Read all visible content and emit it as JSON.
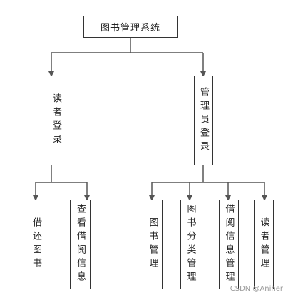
{
  "diagram": {
    "root": {
      "label": "图书管理系统"
    },
    "modules": [
      {
        "label": "读者登录",
        "children": [
          {
            "label": "借还图书"
          },
          {
            "label": "查看借阅信息"
          }
        ]
      },
      {
        "label": "管理员登录",
        "children": [
          {
            "label": "图书管理"
          },
          {
            "label": "图书分类管理"
          },
          {
            "label": "借阅信息管理"
          },
          {
            "label": "读者管理"
          }
        ]
      }
    ],
    "colors": {
      "line": "#555555",
      "border": "#333333",
      "text": "#222222"
    }
  },
  "watermark": "CSDN @Aniher"
}
